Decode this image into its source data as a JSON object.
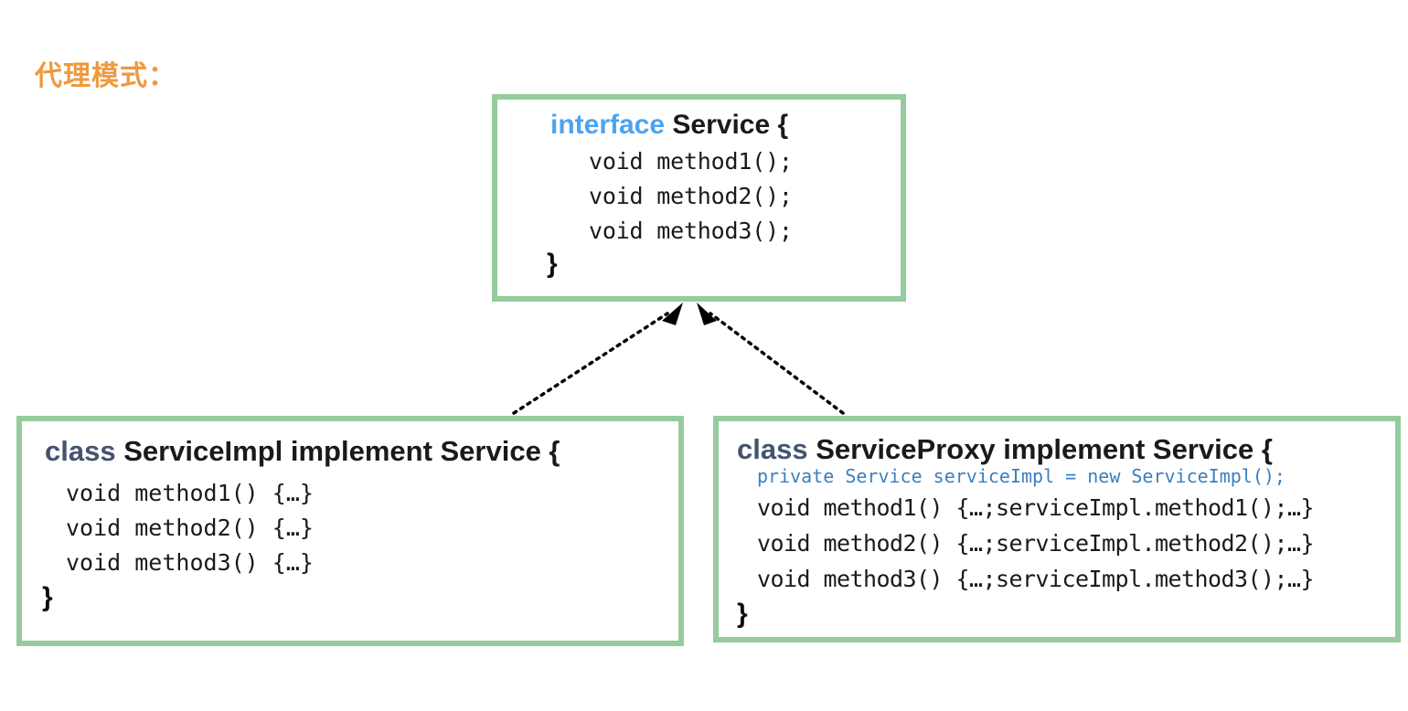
{
  "title": "代理模式：",
  "colors": {
    "title": "#ef9940",
    "box_border": "#95cb9d",
    "keyword_interface": "#4da3f0",
    "keyword_class": "#44546f",
    "field_text": "#3a7fbf",
    "body_text": "#1a1a1a",
    "background": "#ffffff",
    "arrow": "#000000"
  },
  "interface_box": {
    "keyword": "interface",
    "name": "Service {",
    "methods": [
      "void method1();",
      "void method2();",
      "void method3();"
    ],
    "closing_brace": "}"
  },
  "impl_box": {
    "keyword": "class",
    "name": "ServiceImpl implement Service {",
    "methods": [
      "void method1() {…}",
      "void method2() {…}",
      "void method3() {…}"
    ],
    "closing_brace": "}"
  },
  "proxy_box": {
    "keyword": "class",
    "name": "ServiceProxy implement Service {",
    "field": "private Service serviceImpl = new ServiceImpl();",
    "methods": [
      "void method1() {…;serviceImpl.method1();…}",
      "void method2() {…;serviceImpl.method2();…}",
      "void method3() {…;serviceImpl.method3();…}"
    ],
    "closing_brace": "}"
  },
  "relations": [
    {
      "from": "ServiceImpl",
      "to": "Service",
      "type": "realization"
    },
    {
      "from": "ServiceProxy",
      "to": "Service",
      "type": "realization"
    }
  ]
}
